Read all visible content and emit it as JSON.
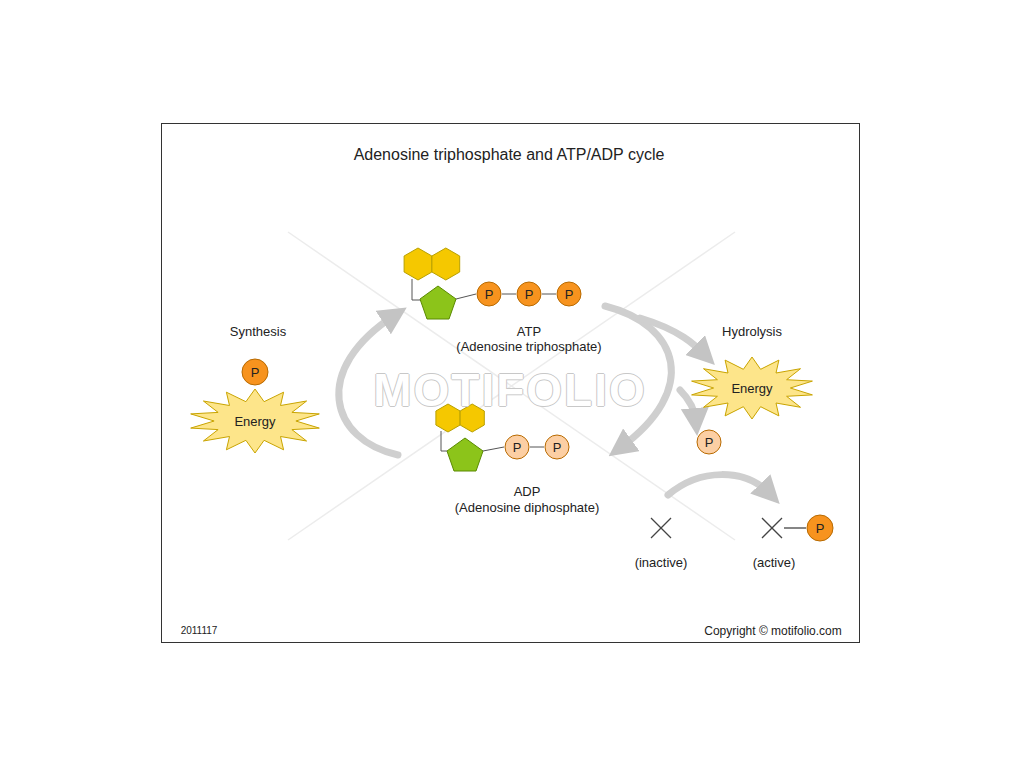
{
  "diagram": {
    "title": "Adenosine triphosphate and ATP/ADP cycle",
    "nodes": [
      {
        "text": [
          "P"
        ]
      },
      {
        "text": [
          "Energy"
        ]
      },
      {
        "text": [
          "P"
        ]
      },
      {
        "text": [
          "P"
        ]
      },
      {
        "text": [
          "P"
        ]
      },
      {
        "text": [
          "P"
        ]
      },
      {
        "text": [
          "P"
        ]
      },
      {
        "text": [
          "Energy"
        ]
      },
      {
        "text": [
          "P"
        ]
      },
      {
        "text": [
          "P"
        ]
      }
    ],
    "edges": [
      {
        "from": 2,
        "to": 3,
        "arrow": "none"
      },
      {
        "from": 3,
        "to": 4,
        "arrow": "none"
      },
      {
        "from": 5,
        "to": 6,
        "arrow": "none"
      }
    ],
    "labels": [
      "Synthesis",
      "ATP",
      "(Adenosine triphosphate)",
      "ADP",
      "(Adenosine diphosphate)",
      "Hydrolysis",
      "(inactive)",
      "(active)",
      "MOTIFOLIO",
      "2011117",
      "Copyright © motifolio.com"
    ]
  }
}
